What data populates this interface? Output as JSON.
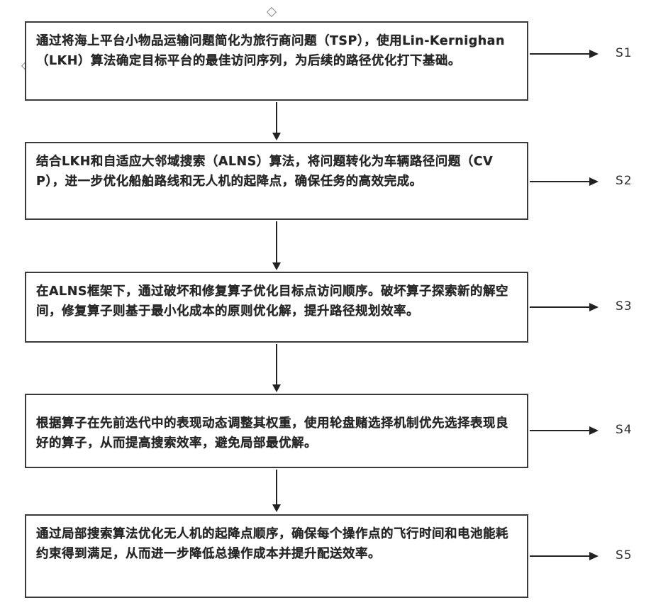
{
  "colors": {
    "border": "#3a3a3a",
    "arrow": "#222222",
    "text": "#262626",
    "background": "#ffffff"
  },
  "steps": [
    {
      "label": "S1",
      "text": "通过将海上平台小物品运输问题简化为旅行商问题（TSP），使用Lin-Kernighan（LKH）算法确定目标平台的最佳访问序列，为后续的路径优化打下基础。"
    },
    {
      "label": "S2",
      "text": "结合LKH和自适应大邻域搜索（ALNS）算法，将问题转化为车辆路径问题（CVP），进一步优化船舶路线和无人机的起降点，确保任务的高效完成。"
    },
    {
      "label": "S3",
      "text": "在ALNS框架下，通过破坏和修复算子优化目标点访问顺序。破坏算子探索新的解空间，修复算子则基于最小化成本的原则优化解，提升路径规划效率。"
    },
    {
      "label": "S4",
      "text": "根据算子在先前迭代中的表现动态调整其权重，使用轮盘赌选择机制优先选择表现良好的算子，从而提高搜索效率，避免局部最优解。"
    },
    {
      "label": "S5",
      "text": "通过局部搜索算法优化无人机的起降点顺序，确保每个操作点的飞行时间和电池能耗约束得到满足，从而进一步降低总操作成本并提升配送效率。"
    }
  ]
}
